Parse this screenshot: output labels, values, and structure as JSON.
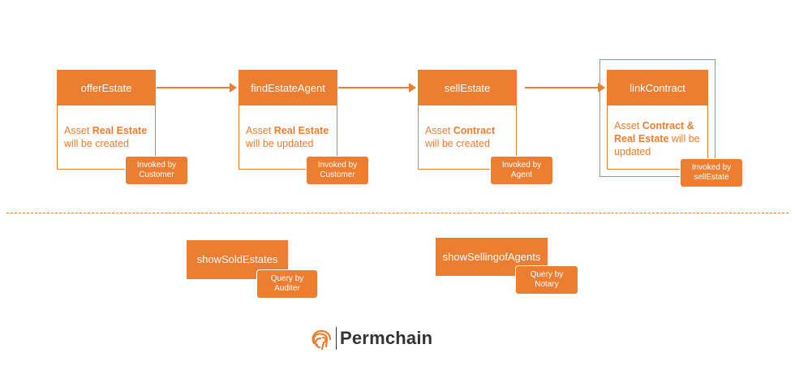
{
  "transactions": [
    {
      "title": "offerEstate",
      "pre": "Asset ",
      "bold": "Real Estate",
      "post": "will be created",
      "invoker": [
        "Invoked by",
        "Customer"
      ]
    },
    {
      "title": "findEstateAgent",
      "pre": "Asset ",
      "bold": "Real Estate",
      "post": "will be updated",
      "invoker": [
        "Invoked by",
        "Customer"
      ]
    },
    {
      "title": "sellEstate",
      "pre": "Asset ",
      "bold": "Contract",
      "post": "will be created",
      "invoker": [
        "Invoked by",
        "Agent"
      ]
    },
    {
      "title": "linkContract",
      "pre": "Asset ",
      "bold1": "Contract &",
      "bold2": "Real Estate",
      "post1": " will be",
      "post2": "updated",
      "invoker": [
        "Invoked by",
        "sellEstate"
      ]
    }
  ],
  "queries": [
    {
      "title": "showSoldEstates",
      "tag": [
        "Query by",
        "Auditer"
      ]
    },
    {
      "title": "showSellingofAgents",
      "tag": [
        "Query by",
        "Notary"
      ]
    }
  ],
  "logo": {
    "name": "Permchain",
    "icon": "fingerprint-icon"
  },
  "colors": {
    "accent": "#ED7D31"
  }
}
